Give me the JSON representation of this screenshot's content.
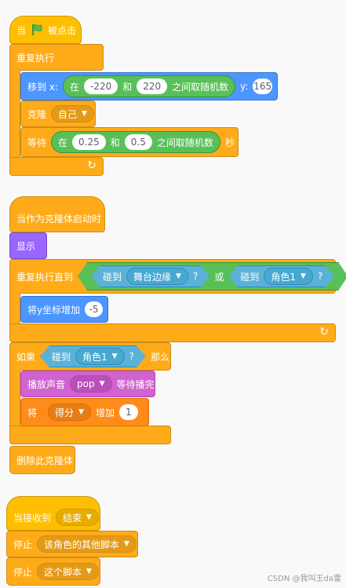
{
  "script1": {
    "hat_prefix": "当",
    "hat_suffix": "被点击",
    "forever": "重复执行",
    "goto": {
      "label": "移到 x:",
      "rand_prefix": "在",
      "rand_from": "-220",
      "rand_and": "和",
      "rand_to": "220",
      "rand_suffix": "之间取随机数",
      "y_label": "y:",
      "y_value": "165"
    },
    "clone": {
      "label": "克隆",
      "target": "自己"
    },
    "wait": {
      "label": "等待",
      "rand_prefix": "在",
      "from": "0.25",
      "and": "和",
      "to": "0.5",
      "rand_suffix": "之间取随机数",
      "unit": "秒"
    }
  },
  "script2": {
    "hat": "当作为克隆体启动时",
    "show": "显示",
    "repeat_until": {
      "label": "重复执行直到",
      "touch1_label": "碰到",
      "touch1_target": "舞台边缘",
      "q1": "?",
      "or": "或",
      "touch2_label": "碰到",
      "touch2_target": "角色1",
      "q2": "?"
    },
    "change_y": {
      "label": "将y坐标增加",
      "value": "-5"
    },
    "if": {
      "label": "如果",
      "touch_label": "碰到",
      "touch_target": "角色1",
      "q": "?",
      "then": "那么"
    },
    "play_sound": {
      "label": "播放声音",
      "sound": "pop",
      "suffix": "等待播完"
    },
    "change_var": {
      "label": "将",
      "var": "得分",
      "by": "增加",
      "value": "1"
    },
    "delete_clone": "删除此克隆体"
  },
  "script3": {
    "hat": "当接收到",
    "message": "结束",
    "stop1": {
      "label": "停止",
      "option": "该角色的其他脚本"
    },
    "stop2": {
      "label": "停止",
      "option": "这个脚本"
    }
  },
  "watermark": "CSDN @我叫王da雷",
  "colors": {
    "events": "#ffbf00",
    "control": "#ffab19",
    "motion": "#4c97ff",
    "operators": "#59c059",
    "looks": "#9966ff",
    "sound": "#cf63cf",
    "variables": "#ff8c1a",
    "sensing": "#5cb1d6"
  },
  "icons": {
    "green_flag": "green-flag-icon",
    "loop_arrow": "loop-arrow-icon",
    "dropdown": "dropdown-arrow-icon"
  }
}
